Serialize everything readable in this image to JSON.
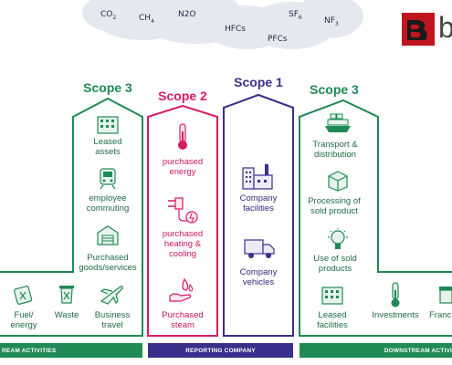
{
  "gases": [
    {
      "base": "CO",
      "sub": "2"
    },
    {
      "base": "CH",
      "sub": "4"
    },
    {
      "base": "N",
      "sub": "2O"
    },
    {
      "base": "HFCs",
      "sub": ""
    },
    {
      "base": "SF",
      "sub": "6"
    },
    {
      "base": "PFCs",
      "sub": ""
    },
    {
      "base": "NF",
      "sub": "3"
    }
  ],
  "logo": {
    "text": "b",
    "color": "#c0141e"
  },
  "colors": {
    "green": "#1f8a55",
    "red": "#d81b60",
    "purple": "#3a2f8a"
  },
  "scopes": {
    "upstream_title": "Scope 3",
    "scope2_title": "Scope 2",
    "scope1_title": "Scope 1",
    "downstream_title": "Scope 3"
  },
  "upstream": {
    "leased_assets": "Leased assets",
    "employee_commuting": "employee commuting",
    "purchased_goods": "Purchased goods/services",
    "fuel_energy": "Fuel/ energy",
    "waste": "Waste",
    "business_travel": "Business travel"
  },
  "scope2": {
    "purchased_energy": "purchased energy",
    "purchased_heating": "purchased heating & cooling",
    "purchased_steam": "Purchased steam"
  },
  "scope1": {
    "company_facilities": "Company facilities",
    "company_vehicles": "Company vehicles"
  },
  "downstream": {
    "transport": "Transport & distribution",
    "processing": "Processing of sold product",
    "use_sold": "Use of sold products",
    "leased_facilities": "Leased facilities",
    "investments": "Investments",
    "franchises": "Franc"
  },
  "bars": {
    "upstream": "REAM ACTIVITIES",
    "reporting": "REPORTING COMPANY",
    "downstream": "DOWNSTREAM ACTIVI"
  }
}
